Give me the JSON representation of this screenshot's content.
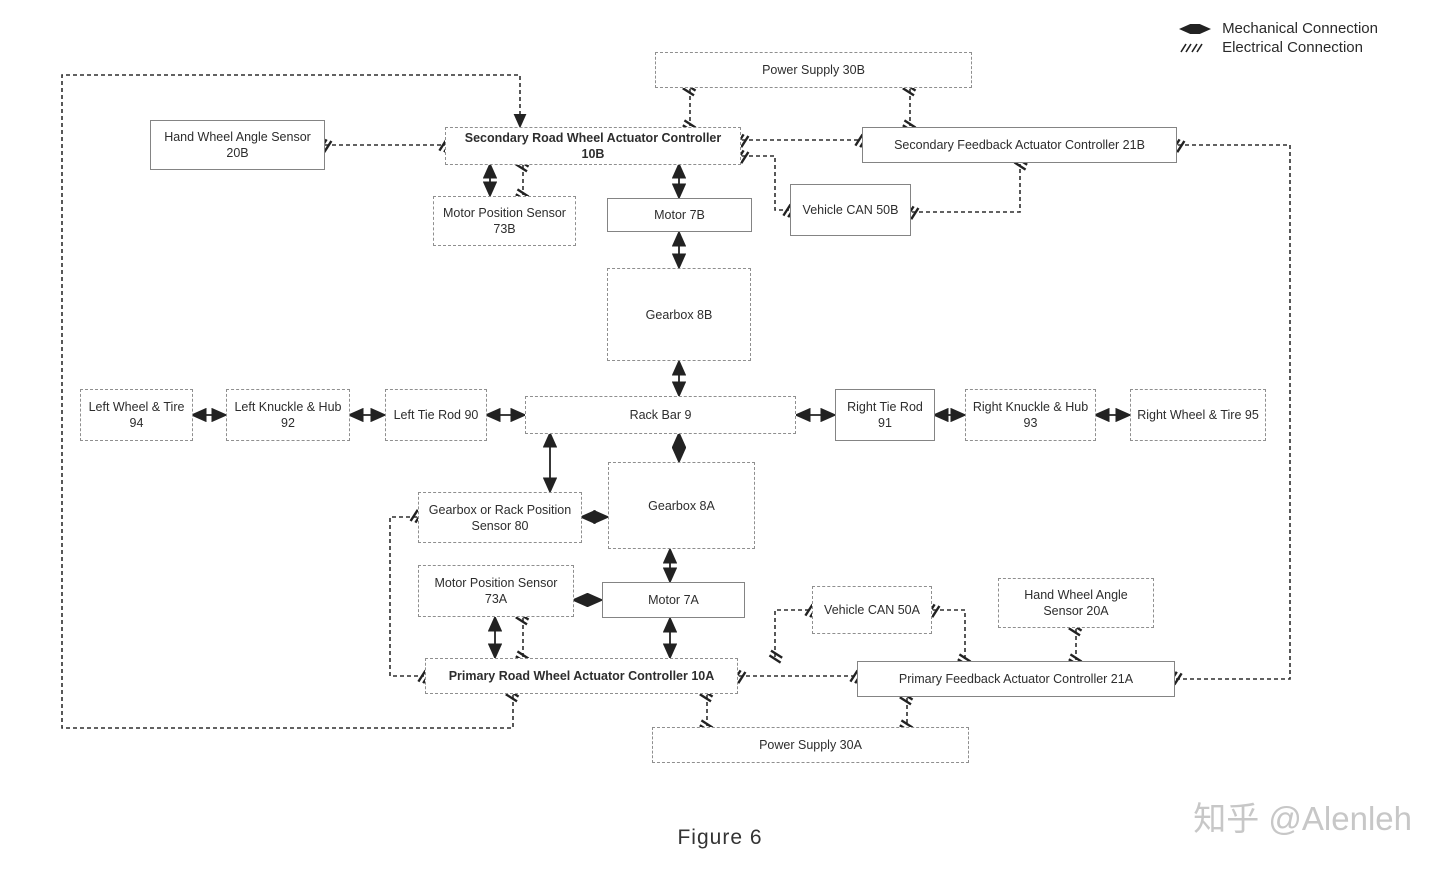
{
  "figure_caption": "Figure 6",
  "watermark": "知乎 @Alenleh",
  "legend": {
    "items": [
      {
        "icon": "mechanical-arrow-icon",
        "label": "Mechanical Connection"
      },
      {
        "icon": "electrical-arrow-icon",
        "label": "Electrical Connection"
      }
    ]
  },
  "colors": {
    "line": "#222222",
    "box_border": "#848484",
    "watermark": "#c7c7c7",
    "background": "#ffffff"
  },
  "nodes": {
    "power_supply_30b": {
      "label": "Power Supply 30B"
    },
    "hand_wheel_angle_sensor_20b": {
      "label": "Hand Wheel Angle Sensor 20B"
    },
    "secondary_rwac_10b": {
      "label": "Secondary Road Wheel Actuator Controller 10B"
    },
    "secondary_fac_21b": {
      "label": "Secondary Feedback Actuator Controller 21B"
    },
    "motor_position_sensor_73b": {
      "label": "Motor Position Sensor 73B"
    },
    "motor_7b": {
      "label": "Motor 7B"
    },
    "vehicle_can_50b": {
      "label": "Vehicle CAN 50B"
    },
    "gearbox_8b": {
      "label": "Gearbox 8B"
    },
    "left_wheel_tire_94": {
      "label": "Left Wheel & Tire 94"
    },
    "left_knuckle_hub_92": {
      "label": "Left Knuckle & Hub 92"
    },
    "left_tie_rod_90": {
      "label": "Left Tie Rod 90"
    },
    "rack_bar_9": {
      "label": "Rack Bar 9"
    },
    "right_tie_rod_91": {
      "label": "Right Tie Rod 91"
    },
    "right_knuckle_hub_93": {
      "label": "Right Knuckle & Hub 93"
    },
    "right_wheel_tire_95": {
      "label": "Right Wheel & Tire 95"
    },
    "gearbox_rack_pos_80": {
      "label": "Gearbox or Rack Position Sensor 80"
    },
    "gearbox_8a": {
      "label": "Gearbox 8A"
    },
    "motor_position_sensor_73a": {
      "label": "Motor Position Sensor 73A"
    },
    "motor_7a": {
      "label": "Motor 7A"
    },
    "vehicle_can_50a": {
      "label": "Vehicle CAN 50A"
    },
    "hand_wheel_angle_sensor_20a": {
      "label": "Hand Wheel Angle Sensor 20A"
    },
    "primary_rwac_10a": {
      "label": "Primary Road Wheel Actuator Controller 10A"
    },
    "primary_fac_21a": {
      "label": "Primary Feedback Actuator Controller 21A"
    },
    "power_supply_30a": {
      "label": "Power Supply 30A"
    }
  },
  "connections": [
    {
      "from": "power_supply_30b",
      "to": "secondary_rwac_10b",
      "type": "electrical"
    },
    {
      "from": "power_supply_30b",
      "to": "secondary_fac_21b",
      "type": "electrical"
    },
    {
      "from": "hand_wheel_angle_sensor_20b",
      "to": "secondary_rwac_10b",
      "type": "electrical"
    },
    {
      "from": "secondary_rwac_10b",
      "to": "secondary_fac_21b",
      "type": "electrical"
    },
    {
      "from": "secondary_rwac_10b",
      "to": "vehicle_can_50b",
      "type": "electrical"
    },
    {
      "from": "vehicle_can_50b",
      "to": "secondary_fac_21b",
      "type": "electrical"
    },
    {
      "from": "secondary_rwac_10b",
      "to": "motor_position_sensor_73b",
      "type": "mechanical+electrical"
    },
    {
      "from": "secondary_rwac_10b",
      "to": "motor_7b",
      "type": "mechanical"
    },
    {
      "from": "motor_7b",
      "to": "gearbox_8b",
      "type": "mechanical"
    },
    {
      "from": "gearbox_8b",
      "to": "rack_bar_9",
      "type": "mechanical"
    },
    {
      "from": "left_wheel_tire_94",
      "to": "left_knuckle_hub_92",
      "type": "mechanical"
    },
    {
      "from": "left_knuckle_hub_92",
      "to": "left_tie_rod_90",
      "type": "mechanical"
    },
    {
      "from": "left_tie_rod_90",
      "to": "rack_bar_9",
      "type": "mechanical"
    },
    {
      "from": "rack_bar_9",
      "to": "right_tie_rod_91",
      "type": "mechanical"
    },
    {
      "from": "right_tie_rod_91",
      "to": "right_knuckle_hub_93",
      "type": "mechanical"
    },
    {
      "from": "right_knuckle_hub_93",
      "to": "right_wheel_tire_95",
      "type": "mechanical"
    },
    {
      "from": "rack_bar_9",
      "to": "gearbox_rack_pos_80",
      "type": "mechanical"
    },
    {
      "from": "rack_bar_9",
      "to": "gearbox_8a",
      "type": "mechanical"
    },
    {
      "from": "gearbox_rack_pos_80",
      "to": "gearbox_8a",
      "type": "mechanical"
    },
    {
      "from": "gearbox_8a",
      "to": "motor_7a",
      "type": "mechanical"
    },
    {
      "from": "motor_position_sensor_73a",
      "to": "motor_7a",
      "type": "mechanical"
    },
    {
      "from": "motor_position_sensor_73a",
      "to": "primary_rwac_10a",
      "type": "mechanical+electrical"
    },
    {
      "from": "motor_7a",
      "to": "primary_rwac_10a",
      "type": "mechanical"
    },
    {
      "from": "gearbox_rack_pos_80",
      "to": "primary_rwac_10a",
      "type": "electrical"
    },
    {
      "from": "primary_rwac_10a",
      "to": "secondary_rwac_10b",
      "type": "electrical"
    },
    {
      "from": "primary_rwac_10a",
      "to": "vehicle_can_50a",
      "type": "electrical"
    },
    {
      "from": "vehicle_can_50a",
      "to": "primary_fac_21a",
      "type": "electrical"
    },
    {
      "from": "hand_wheel_angle_sensor_20a",
      "to": "primary_fac_21a",
      "type": "electrical"
    },
    {
      "from": "primary_rwac_10a",
      "to": "primary_fac_21a",
      "type": "electrical"
    },
    {
      "from": "primary_fac_21a",
      "to": "secondary_fac_21b",
      "type": "electrical"
    },
    {
      "from": "primary_rwac_10a",
      "to": "power_supply_30a",
      "type": "electrical"
    },
    {
      "from": "primary_fac_21a",
      "to": "power_supply_30a",
      "type": "electrical"
    }
  ]
}
